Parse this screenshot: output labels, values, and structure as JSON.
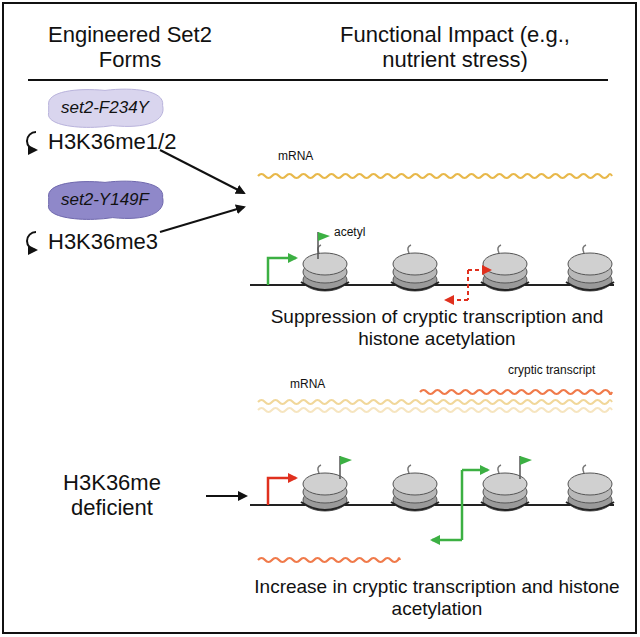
{
  "diagram": {
    "nodes": [
      {
        "text": [
          "set2-F234Y"
        ]
      },
      {
        "text": [
          "set2-Y149F"
        ]
      }
    ],
    "labels": [
      "Engineered Set2 Forms",
      "Functional Impact (e.g., nutrient stress)",
      "H3K36me1/2",
      "mRNA",
      "acetyl",
      "Suppression of cryptic transcription and histone acetylation",
      "H3K36me3",
      "mRNA",
      "cryptic transcript",
      "H3K36me deficient",
      "Increase in cryptic transcription and histone acetylation"
    ]
  }
}
